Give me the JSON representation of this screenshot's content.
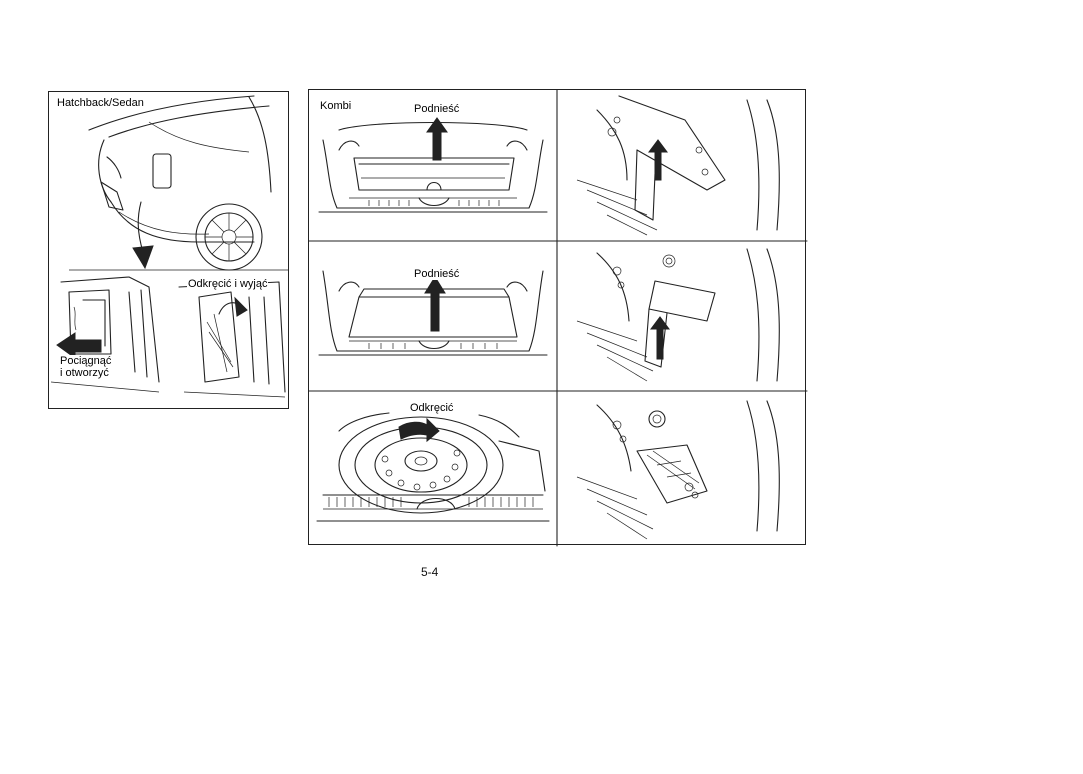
{
  "left_panel": {
    "label_variant": "Hatchback/Sedan",
    "label_unscrew": "Odkręcić i wyjąć",
    "label_pull_1": "Pociągnąć",
    "label_pull_2": "i otworzyć"
  },
  "right_panel": {
    "label_variant": "Kombi",
    "label_lift_1": "Podnieść",
    "label_lift_2": "Podnieść",
    "label_unscrew": "Odkręcić"
  },
  "page_number": "5-4",
  "colors": {
    "ink": "#222222",
    "paper": "#ffffff"
  }
}
